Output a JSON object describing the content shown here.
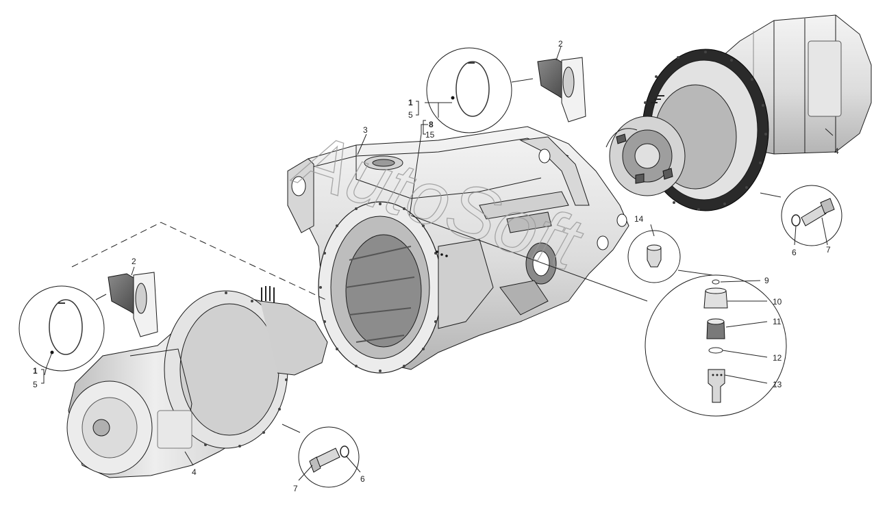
{
  "watermark": "AutoSoft",
  "callouts": {
    "c1_left": "1",
    "c5_left": "5",
    "c2_left": "2",
    "c4_left": "4",
    "c6_left": "6",
    "c7_left": "7",
    "c1_top": "1",
    "c5_top": "5",
    "c2_top": "2",
    "c3": "3",
    "c8": "8",
    "c15": "15",
    "c4_right": "4",
    "c6_right": "6",
    "c7_right": "7",
    "c14": "14",
    "c9": "9",
    "c10": "10",
    "c11": "11",
    "c12": "12",
    "c13": "13"
  },
  "colors": {
    "line": "#1a1a1a",
    "metal_light": "#e6e6e6",
    "metal_mid": "#c8c8c8",
    "metal_dark": "#6a6a6a",
    "watermark": "#9a9a9a"
  }
}
